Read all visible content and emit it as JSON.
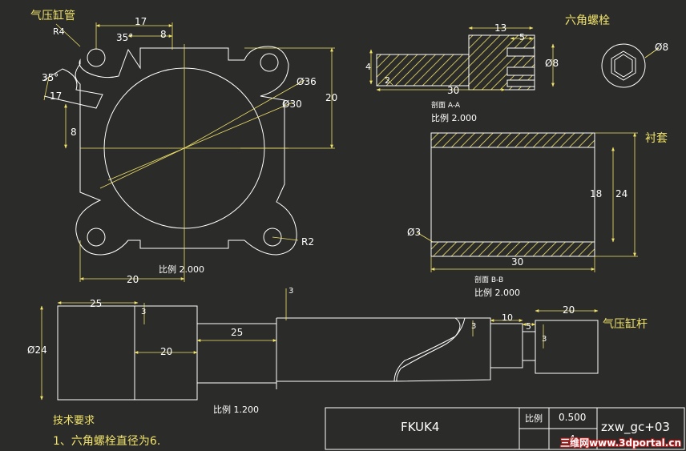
{
  "labels": {
    "air_pipe": "气压缸管",
    "hex_bolt": "六角螺栓",
    "bushing": "衬套",
    "air_rod": "气压缸杆"
  },
  "dims": {
    "r4": "R4",
    "d17_top": "17",
    "d35_a": "35°",
    "d35_b": "35°",
    "d8_top": "8",
    "d17_left": "17",
    "d8_left": "8",
    "d36": "Ø36",
    "d30": "Ø30",
    "d20_right": "20",
    "r2": "R2",
    "d20_bottom": "20",
    "bolt_13": "13",
    "bolt_5": "5",
    "bolt_4": "4",
    "bolt_2": "2",
    "bolt_d8": "Ø8",
    "bolt_30": "30",
    "hex_d8": "Ø8",
    "bush_18": "18",
    "bush_24": "24",
    "bush_d3": "Ø3",
    "bush_30": "30",
    "rod_25a": "25",
    "rod_3a": "3",
    "rod_25b": "25",
    "rod_d24": "Ø24",
    "rod_20a": "20",
    "rod_3b": "3",
    "rod_3c": "3",
    "rod_10": "10",
    "rod_5": "5",
    "rod_20b": "20",
    "rod_3d": "3"
  },
  "captions": {
    "section_aa": "剖面 A-A",
    "scale_aa": "比例 2.000",
    "section_bb": "剖面 B-B",
    "scale_bb": "比例 2.000",
    "scale_flange": "比例 2.000",
    "scale_rod": "比例 1.200"
  },
  "notes": {
    "title": "技术要求",
    "line1": "1、六角螺栓直径为6."
  },
  "title_block": {
    "name": "FKUK4",
    "scale_label": "比例",
    "scale_value": "0.500",
    "sheet_label": "4",
    "code": "zxw_gc+03"
  },
  "watermark": "三维网www.3dportal.cn",
  "colors": {
    "background": "#2b2b29",
    "outline": "#ffffff",
    "dimension": "#f1e36a"
  }
}
